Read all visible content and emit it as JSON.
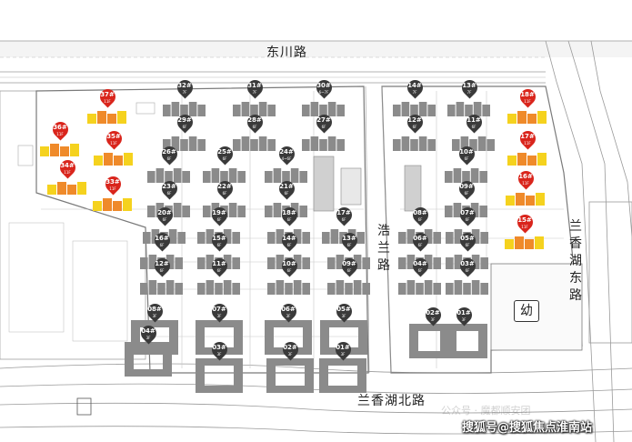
{
  "roads": {
    "top": "东川路",
    "middle": "浩兰路",
    "right": "兰香湖东路",
    "bottom": "兰香湖北路"
  },
  "kindergarten_label": "幼",
  "colors": {
    "pin_red": "#d9251c",
    "pin_dark": "#3a3a3a",
    "building_gray": "#8b8b8b",
    "building_orange": "#ef8a2a",
    "building_yellow": "#f5d21e",
    "line": "#9a9a9a"
  },
  "buildings": [
    {
      "id": "37#",
      "sub": "11F",
      "type": "highlight"
    },
    {
      "id": "36#",
      "sub": "11F",
      "type": "highlight"
    },
    {
      "id": "35#",
      "sub": "11F",
      "type": "highlight"
    },
    {
      "id": "34#",
      "sub": "11F",
      "type": "highlight"
    },
    {
      "id": "33#",
      "sub": "11F",
      "type": "highlight"
    },
    {
      "id": "32#",
      "sub": "7F",
      "type": "normal"
    },
    {
      "id": "31#",
      "sub": "7F",
      "type": "normal"
    },
    {
      "id": "30#",
      "sub": "6~7F",
      "type": "normal"
    },
    {
      "id": "29#",
      "sub": "6F",
      "type": "normal"
    },
    {
      "id": "28#",
      "sub": "6F",
      "type": "normal"
    },
    {
      "id": "27#",
      "sub": "6F",
      "type": "normal"
    },
    {
      "id": "26#",
      "sub": "6F",
      "type": "normal"
    },
    {
      "id": "25#",
      "sub": "6F",
      "type": "normal"
    },
    {
      "id": "24#",
      "sub": "4~6F",
      "type": "normal"
    },
    {
      "id": "23#",
      "sub": "6F",
      "type": "normal"
    },
    {
      "id": "22#",
      "sub": "6F",
      "type": "normal"
    },
    {
      "id": "21#",
      "sub": "6F",
      "type": "normal"
    },
    {
      "id": "20#",
      "sub": "6F",
      "type": "normal"
    },
    {
      "id": "19#",
      "sub": "6F",
      "type": "normal"
    },
    {
      "id": "18#",
      "sub": "6F",
      "type": "normal"
    },
    {
      "id": "17#",
      "sub": "6F",
      "type": "normal"
    },
    {
      "id": "16#",
      "sub": "6F",
      "type": "normal"
    },
    {
      "id": "15#",
      "sub": "6F",
      "type": "normal"
    },
    {
      "id": "14#",
      "sub": "6F",
      "type": "normal"
    },
    {
      "id": "13#",
      "sub": "6F",
      "type": "normal"
    },
    {
      "id": "12#",
      "sub": "6F",
      "type": "normal"
    },
    {
      "id": "11#",
      "sub": "6F",
      "type": "normal"
    },
    {
      "id": "10#",
      "sub": "6F",
      "type": "normal"
    },
    {
      "id": "09#",
      "sub": "6F",
      "type": "normal"
    },
    {
      "id": "08#",
      "sub": "3F",
      "type": "normal"
    },
    {
      "id": "07#",
      "sub": "3F",
      "type": "normal"
    },
    {
      "id": "06#",
      "sub": "3F",
      "type": "normal"
    },
    {
      "id": "05#",
      "sub": "3F",
      "type": "normal"
    },
    {
      "id": "04#",
      "sub": "3F",
      "type": "normal"
    },
    {
      "id": "03#",
      "sub": "3F",
      "type": "normal"
    },
    {
      "id": "02#",
      "sub": "3F",
      "type": "normal"
    },
    {
      "id": "01#",
      "sub": "3F",
      "type": "normal"
    },
    {
      "id": "14#",
      "sub": "7F",
      "type": "normal"
    },
    {
      "id": "13#",
      "sub": "7F",
      "type": "normal"
    },
    {
      "id": "18#",
      "sub": "11F",
      "type": "highlight"
    },
    {
      "id": "12#",
      "sub": "6F",
      "type": "normal"
    },
    {
      "id": "11#",
      "sub": "6F",
      "type": "normal"
    },
    {
      "id": "17#",
      "sub": "11F",
      "type": "highlight"
    },
    {
      "id": "10#",
      "sub": "6F",
      "type": "normal"
    },
    {
      "id": "16#",
      "sub": "11F",
      "type": "highlight"
    },
    {
      "id": "09#",
      "sub": "6F",
      "type": "normal"
    },
    {
      "id": "08#",
      "sub": "6F",
      "type": "normal"
    },
    {
      "id": "07#",
      "sub": "6F",
      "type": "normal"
    },
    {
      "id": "15#",
      "sub": "11F",
      "type": "highlight"
    },
    {
      "id": "06#",
      "sub": "6F",
      "type": "normal"
    },
    {
      "id": "05#",
      "sub": "6F",
      "type": "normal"
    },
    {
      "id": "04#",
      "sub": "6F",
      "type": "normal"
    },
    {
      "id": "03#",
      "sub": "6F",
      "type": "normal"
    },
    {
      "id": "02#",
      "sub": "3F",
      "type": "normal"
    },
    {
      "id": "01#",
      "sub": "3F",
      "type": "normal"
    }
  ],
  "watermark_faint": "公众号 · 魔都顺安团",
  "watermark": "搜狐号@搜狐焦点淮南站"
}
